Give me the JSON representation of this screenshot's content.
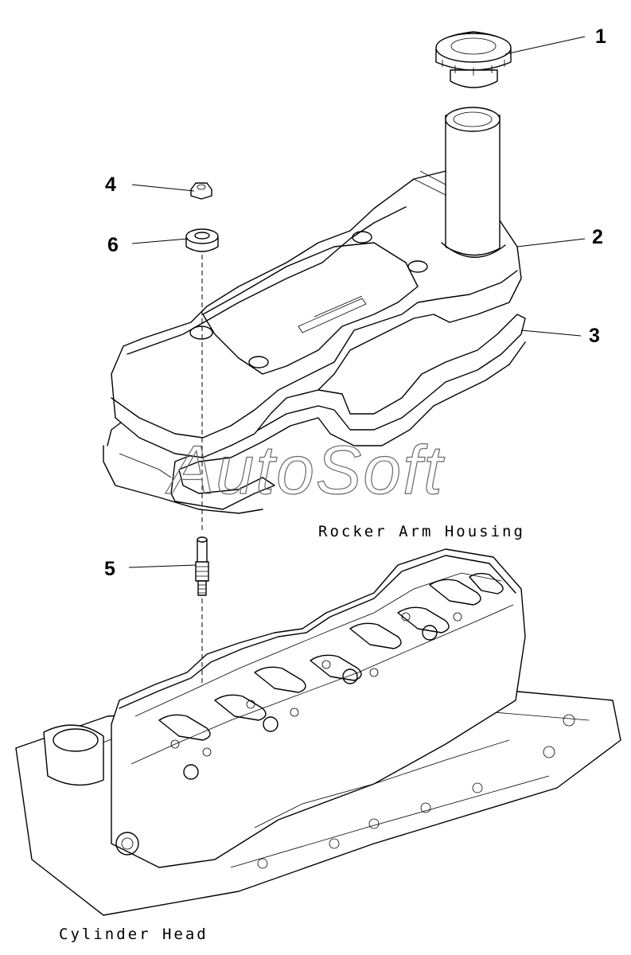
{
  "callouts": [
    {
      "number": "1",
      "part": "oil-filler-cap"
    },
    {
      "number": "2",
      "part": "valve-cover"
    },
    {
      "number": "3",
      "part": "valve-cover-gasket"
    },
    {
      "number": "4",
      "part": "nut"
    },
    {
      "number": "5",
      "part": "stud"
    },
    {
      "number": "6",
      "part": "isolator-seal"
    }
  ],
  "labels": {
    "rocker_arm_housing": "Rocker Arm Housing",
    "cylinder_head": "Cylinder Head"
  },
  "watermark": "AutoSoft",
  "colors": {
    "line": "#000000",
    "background": "#ffffff",
    "watermark": "#6a6a6a"
  }
}
